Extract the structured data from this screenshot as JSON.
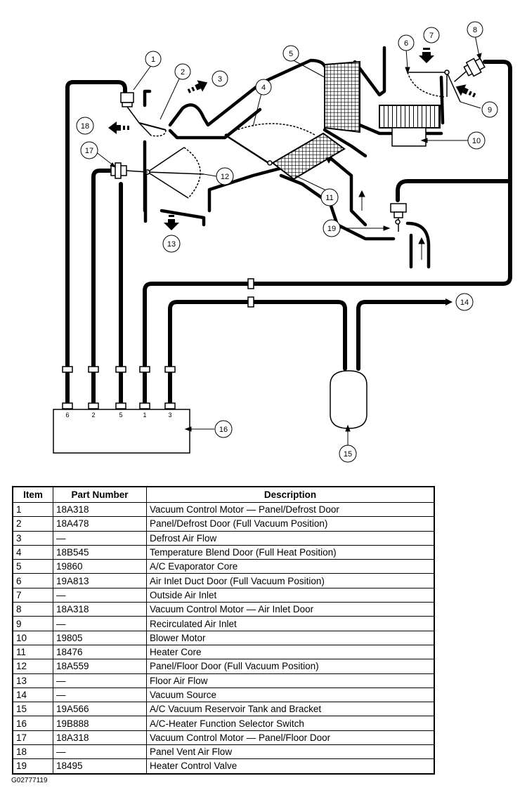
{
  "diagram": {
    "callouts": [
      "1",
      "2",
      "3",
      "4",
      "5",
      "6",
      "7",
      "8",
      "9",
      "10",
      "11",
      "12",
      "13",
      "14",
      "15",
      "16",
      "17",
      "18",
      "19"
    ],
    "switch_ports": [
      "6",
      "2",
      "5",
      "1",
      "3"
    ]
  },
  "table": {
    "headers": [
      "Item",
      "Part Number",
      "Description"
    ],
    "rows": [
      [
        "1",
        "18A318",
        "Vacuum Control Motor — Panel/Defrost Door"
      ],
      [
        "2",
        "18A478",
        "Panel/Defrost Door (Full Vacuum Position)"
      ],
      [
        "3",
        "—",
        "Defrost Air Flow"
      ],
      [
        "4",
        "18B545",
        "Temperature Blend Door (Full Heat Position)"
      ],
      [
        "5",
        "19860",
        "A/C Evaporator Core"
      ],
      [
        "6",
        "19A813",
        "Air Inlet Duct Door (Full Vacuum Position)"
      ],
      [
        "7",
        "—",
        "Outside Air Inlet"
      ],
      [
        "8",
        "18A318",
        "Vacuum Control Motor — Air Inlet Door"
      ],
      [
        "9",
        "—",
        "Recirculated Air Inlet"
      ],
      [
        "10",
        "19805",
        "Blower Motor"
      ],
      [
        "11",
        "18476",
        "Heater Core"
      ],
      [
        "12",
        "18A559",
        "Panel/Floor Door (Full Vacuum Position)"
      ],
      [
        "13",
        "—",
        "Floor Air Flow"
      ],
      [
        "14",
        "—",
        "Vacuum Source"
      ],
      [
        "15",
        "19A566",
        "A/C Vacuum Reservoir Tank and Bracket"
      ],
      [
        "16",
        "19B888",
        "A/C-Heater Function Selector Switch"
      ],
      [
        "17",
        "18A318",
        "Vacuum Control Motor — Panel/Floor Door"
      ],
      [
        "18",
        "—",
        "Panel Vent Air Flow"
      ],
      [
        "19",
        "18495",
        "Heater Control Valve"
      ]
    ]
  },
  "figure_id": "G02777119"
}
